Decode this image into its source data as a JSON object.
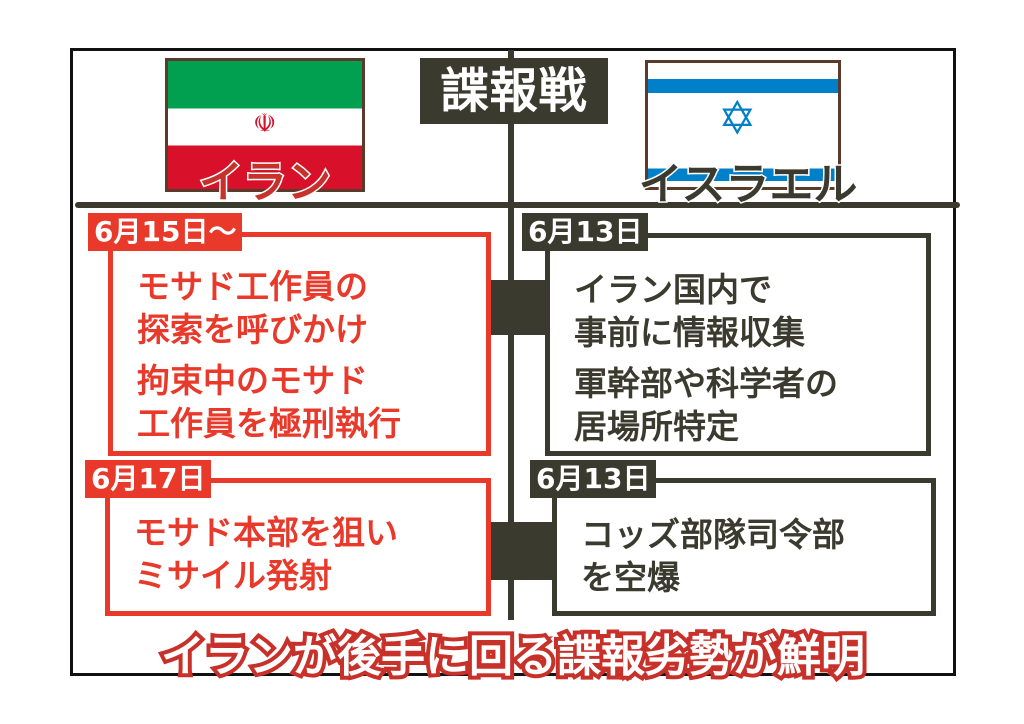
{
  "title": "諜報戦",
  "colors": {
    "dark": "#3a3a2e",
    "red": "#e8392a",
    "iran_green": "#00a050",
    "iran_red": "#d8102a",
    "israel_blue": "#0080c8"
  },
  "iran": {
    "name": "イラン",
    "emblem": "☫"
  },
  "israel": {
    "name": "イスラエル",
    "star": "✡"
  },
  "left": [
    {
      "date": "6月15日〜",
      "lines": [
        "モサド工作員の",
        "探索を呼びかけ",
        "拘束中のモサド",
        "工作員を極刑執行"
      ]
    },
    {
      "date": "6月17日",
      "lines": [
        "モサド本部を狙い",
        "ミサイル発射"
      ]
    }
  ],
  "right": [
    {
      "date": "6月13日",
      "lines": [
        "イラン国内で",
        "事前に情報収集",
        "軍幹部や科学者の",
        "居場所特定"
      ]
    },
    {
      "date": "6月13日",
      "lines": [
        "コッズ部隊司令部",
        "を空爆"
      ]
    }
  ],
  "conclusion": "イランが後手に回る諜報劣勢が鮮明"
}
